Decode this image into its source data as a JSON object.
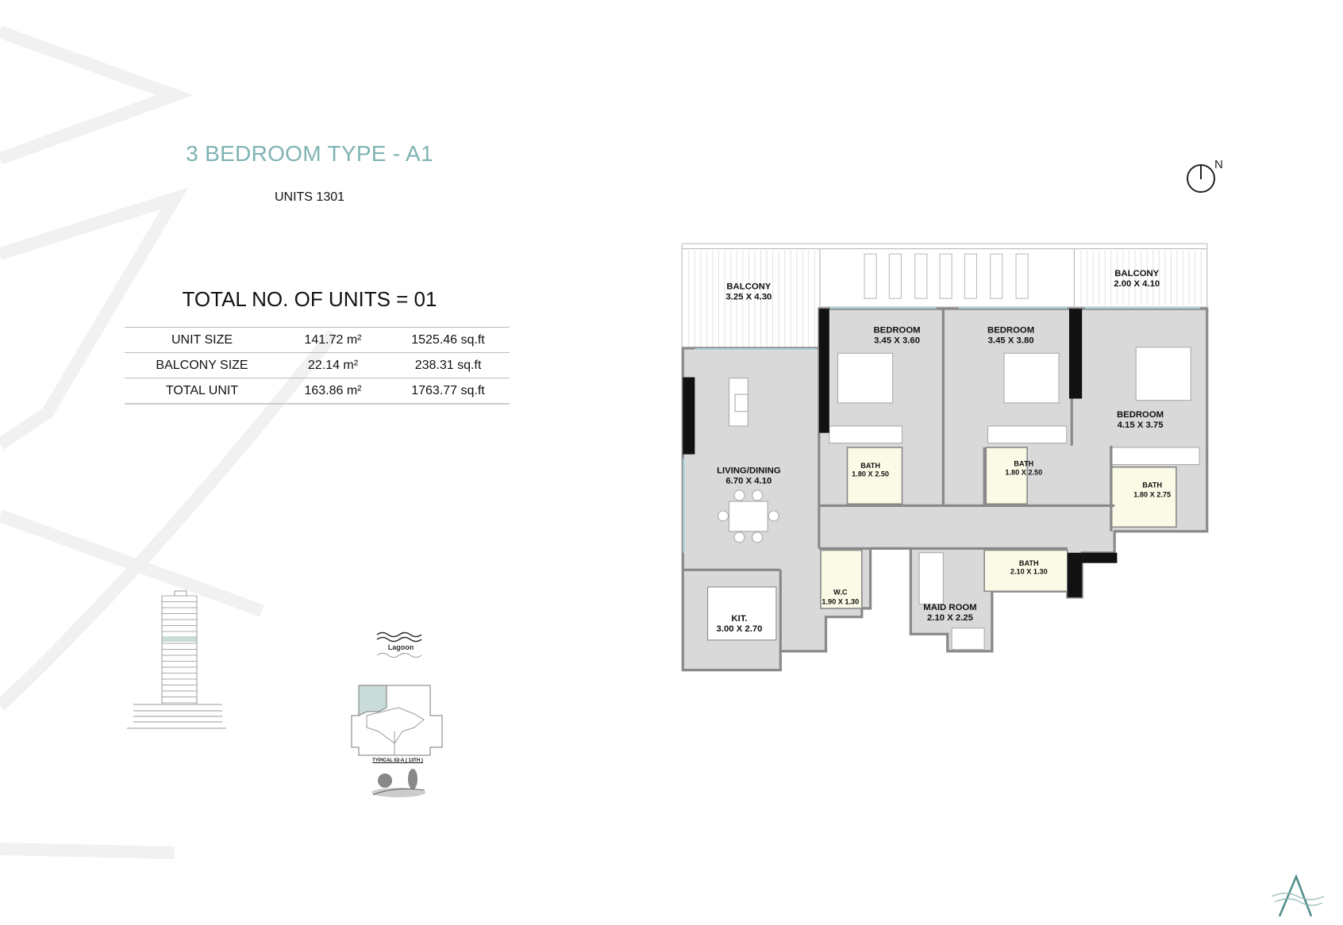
{
  "header": {
    "title": "3 BEDROOM TYPE - A1",
    "units": "UNITS 1301",
    "total_units": "TOTAL NO. OF UNITS = 01"
  },
  "spec_table": [
    {
      "label": "UNIT SIZE",
      "sqm": "141.72 m²",
      "sqft": "1525.46 sq.ft"
    },
    {
      "label": "BALCONY SIZE",
      "sqm": "22.14 m²",
      "sqft": "238.31 sq.ft"
    },
    {
      "label": "TOTAL UNIT",
      "sqm": "163.86 m²",
      "sqft": "1763.77 sq.ft"
    }
  ],
  "north_label": "N",
  "rooms": [
    {
      "name": "BALCONY",
      "size": "3.25 X 4.30"
    },
    {
      "name": "BALCONY",
      "size": "2.00 X 4.10"
    },
    {
      "name": "BEDROOM",
      "size": "3.45 X 3.60"
    },
    {
      "name": "BEDROOM",
      "size": "3.45 X 3.80"
    },
    {
      "name": "BEDROOM",
      "size": "4.15 X 3.75"
    },
    {
      "name": "LIVING/DINING",
      "size": "6.70 X 4.10"
    },
    {
      "name": "BATH",
      "size": "1.80 X 2.50"
    },
    {
      "name": "BATH",
      "size": "1.80 X 2.50"
    },
    {
      "name": "BATH",
      "size": "1.80 X 2.75"
    },
    {
      "name": "BATH",
      "size": "2.10 X 1.30"
    },
    {
      "name": "W.C",
      "size": "1.90 X 1.30"
    },
    {
      "name": "MAID ROOM",
      "size": "2.10 X 2.25"
    },
    {
      "name": "KIT.",
      "size": "3.00 X 2.70"
    }
  ],
  "key_plan": {
    "lagoon_label": "Lagoon",
    "floor_label": "TYPICAL 02-A ( 13TH )"
  },
  "colors": {
    "title": "#7fb3b3",
    "room_fill": "#d9d9da",
    "wet_area_fill": "#fafae6",
    "wall": "#8a8a8a",
    "highlight": "#c9dcd9"
  }
}
